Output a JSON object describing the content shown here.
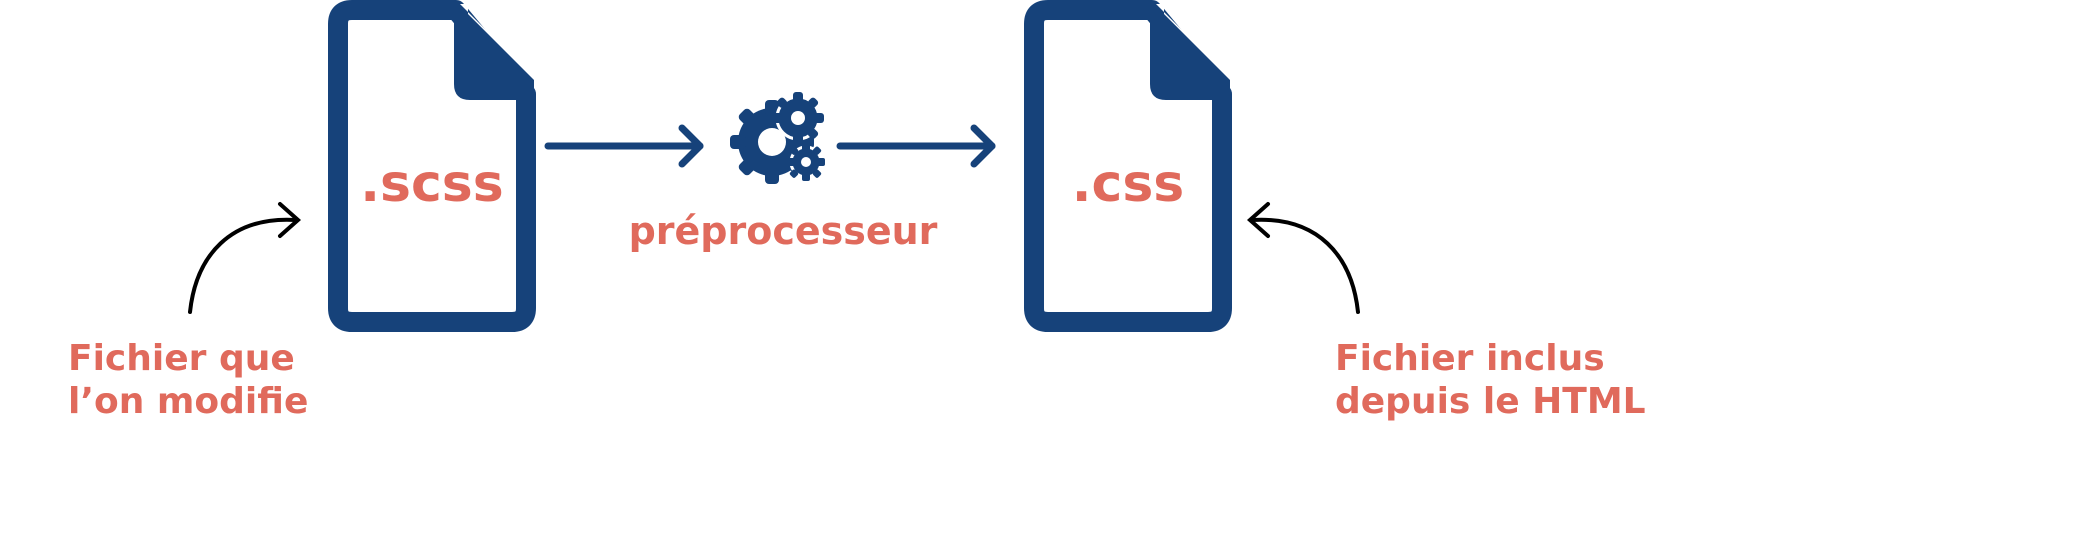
{
  "colors": {
    "navy": "#16427a",
    "coral": "#e06a5c",
    "black": "#000000"
  },
  "source_file": {
    "label": ".scss",
    "icon": "document-icon"
  },
  "output_file": {
    "label": ".css",
    "icon": "document-icon"
  },
  "processor": {
    "label": "préprocesseur",
    "icon": "gears-icon"
  },
  "notes": {
    "source_line1": "Fichier que",
    "source_line2": "l’on modifie",
    "output_line1": "Fichier inclus",
    "output_line2": "depuis le HTML"
  }
}
